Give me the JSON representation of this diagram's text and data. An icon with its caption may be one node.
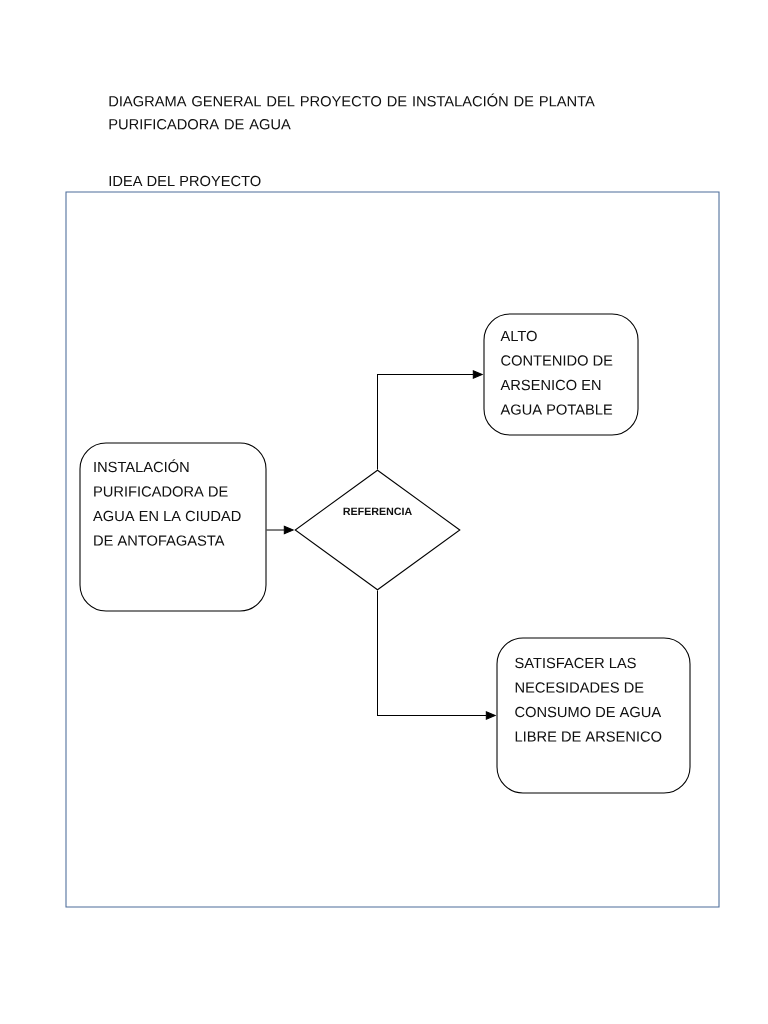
{
  "diagram": {
    "title": "DIAGRAMA GENERAL DEL PROYECTO DE INSTALACIÓN DE PLANTA PURIFICADORA DE AGUA",
    "nodes": [
      {
        "text": [
          "IDEA DEL PROYECTO"
        ]
      },
      {
        "text": [
          "INSTALACIÓN PURIFICADORA DE AGUA EN LA CIUDAD DE ANTOFAGASTA"
        ],
        "in": 0
      },
      {
        "text": [
          "REFERENCIA"
        ],
        "in": 0
      },
      {
        "text": [
          "ALTO CONTENIDO DE ARSENICO EN AGUA POTABLE"
        ],
        "in": 0
      },
      {
        "text": [
          "SATISFACER LAS NECESIDADES DE CONSUMO DE AGUA LIBRE DE ARSENICO"
        ],
        "in": 0
      }
    ],
    "edges": [
      {
        "from": 1,
        "to": 2,
        "arrow": "to"
      },
      {
        "from": 2,
        "to": 3,
        "arrow": "to"
      },
      {
        "from": 2,
        "to": 4,
        "arrow": "to"
      }
    ]
  }
}
